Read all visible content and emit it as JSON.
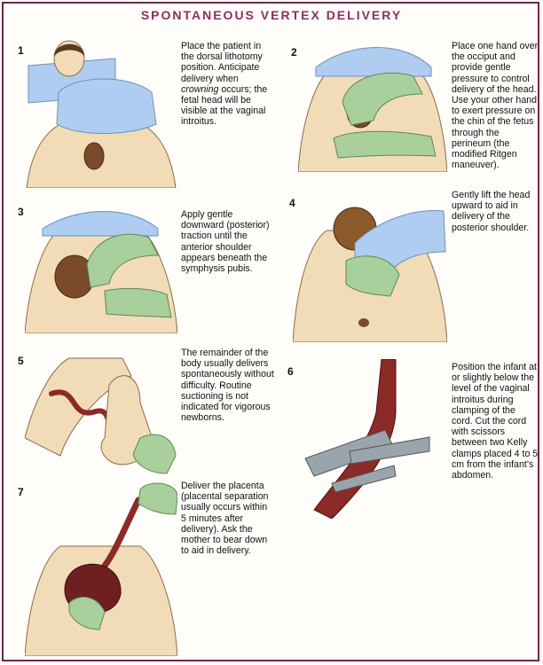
{
  "title": "SPONTANEOUS VERTEX DELIVERY",
  "colors": {
    "title": "#8a2f5e",
    "skin": "#f2dcb8",
    "skin_line": "#8a6a4a",
    "glove": "#a9cf9c",
    "glove_line": "#5c8a55",
    "drape": "#aecdf0",
    "drape_line": "#6f8fb8",
    "hair": "#8a5a2b",
    "cord": "#8b2a28",
    "placenta": "#6e1f22",
    "metal": "#9aa4ad"
  },
  "steps": [
    {
      "number": "1",
      "text_before": "Place the patient in the dorsal lithotomy position. Anticipate delivery when ",
      "text_italic": "crowning",
      "text_after": " occurs; the fetal head will be visible at the vaginal introitus."
    },
    {
      "number": "2",
      "text": "Place one hand over the occiput and provide gentle pressure to control delivery of the head. Use your other hand to exert pressure on the chin of the fetus through the perineum (the modified Ritgen maneuver)."
    },
    {
      "number": "3",
      "text": "Apply gentle downward (posterior) traction until the anterior shoulder appears beneath the symphysis pubis."
    },
    {
      "number": "4",
      "text": "Gently lift the head upward to aid in delivery of the posterior shoulder."
    },
    {
      "number": "5",
      "text": "The remainder of the body usually delivers spontaneously without difficulty. Routine suctioning is not indicated for vigorous newborns."
    },
    {
      "number": "6",
      "text": "Position the infant at or slightly below the level of the vaginal introitus during clamping of the cord. Cut the cord with scissors between two Kelly clamps placed 4 to 5 cm from the infant’s abdomen."
    },
    {
      "number": "7",
      "text": "Deliver the placenta (placental separation usually occurs within 5 minutes after delivery). Ask the mother to bear down to aid in delivery."
    }
  ]
}
